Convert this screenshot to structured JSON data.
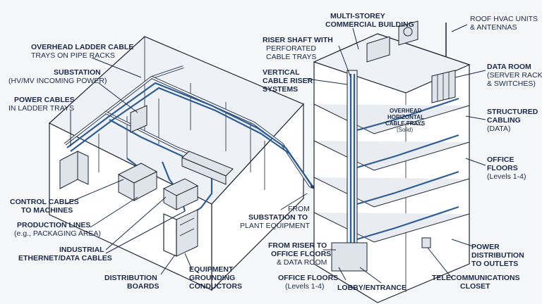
{
  "labels": {
    "multi_storey_building": [
      "MULTI-STOREY",
      "COMMERCIAL BUILDING"
    ],
    "roof_hvac": [
      "ROOF HVAC UNITS",
      "& ANTENNAS"
    ],
    "riser_shaft": [
      "RISER SHAFT WITH",
      "PERFORATED",
      "CABLE TRAYS"
    ],
    "vertical_riser": [
      "VERTICAL",
      "CABLE RISER",
      "SYSTEMS"
    ],
    "data_room": [
      "DATA ROOM",
      "(SERVER RACKS",
      "& SWITCHES)"
    ],
    "overhead_horizontal": [
      "OVERHEAD",
      "HORIZONTAL",
      "CABLE TRAYS",
      "(Solid)"
    ],
    "structured_cabling": [
      "STRUCTURED",
      "CABLING",
      "(DATA)"
    ],
    "office_floors_right": [
      "OFFICE",
      "FLOORS",
      "(Levels 1-4)"
    ],
    "overhead_ladder": [
      "OVERHEAD LADDER CABLE",
      "TRAYS ON PIPE RACKS"
    ],
    "substation": [
      "SUBSTATION",
      "(HV/MV INCOMING POWER)"
    ],
    "power_cables": [
      "POWER CABLES",
      "IN LADDER TRAYS"
    ],
    "control_cables": [
      "CONTROL CABLES",
      "TO MACHINES"
    ],
    "production_lines": [
      "PRODUCTION LINES",
      "(e.g., PACKAGING AREA)"
    ],
    "industrial_ethernet": [
      "INDUSTRIAL",
      "ETHERNET/DATA CABLES"
    ],
    "distribution_boards": [
      "DISTRIBUTION",
      "BOARDS"
    ],
    "equipment_grounding": [
      "EQUIPMENT",
      "GROUNDING",
      "CONDUCTORS"
    ],
    "from_substation": [
      "FROM",
      "SUBSTATION TO",
      "PLANT EQUIPMENT"
    ],
    "from_riser": [
      "FROM RISER TO",
      "OFFICE FLOORS",
      "& DATA ROOM"
    ],
    "office_floors_bottom": [
      "OFFICE FLOORS",
      "(Levels 1-4)"
    ],
    "lobby_entrance": [
      "LOBBY/ENTRANCE"
    ],
    "power_distribution": [
      "POWER",
      "DISTRIBUTION",
      "TO OUTLETS"
    ],
    "telecom_closet": [
      "TELECOMMUNICATIONS",
      "CLOSET"
    ]
  },
  "colors": {
    "ink": "#1b2a4a",
    "cable": "#2f5d92",
    "tray": "#2b3b55"
  }
}
